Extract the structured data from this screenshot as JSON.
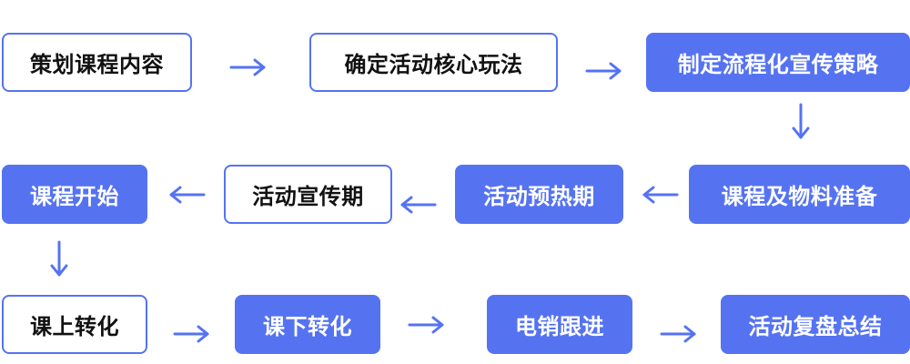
{
  "colors": {
    "accent": "#5573f1",
    "outline_text": "#111111",
    "filled_text": "#ffffff",
    "background": "#ffffff"
  },
  "flow": {
    "row1": {
      "step1": "策划课程内容",
      "step2": "确定活动核心玩法",
      "step3": "制定流程化宣传策略"
    },
    "row2": {
      "step4": "课程及物料准备",
      "step5": "活动预热期",
      "step6": "活动宣传期",
      "step7": "课程开始"
    },
    "row3": {
      "step8": "课上转化",
      "step9": "课下转化",
      "step10": "电销跟进",
      "step11": "活动复盘总结"
    }
  },
  "icons": {
    "arrow": "arrow-icon"
  }
}
